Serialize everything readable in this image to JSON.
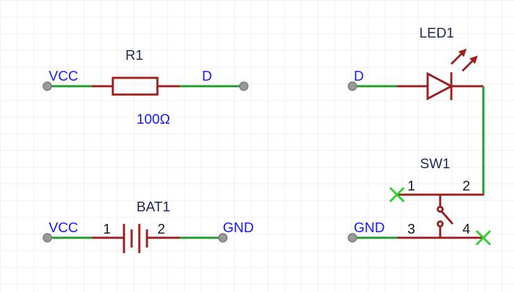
{
  "resistor": {
    "ref": "R1",
    "value": "100Ω",
    "net_left": "VCC",
    "net_right": "D"
  },
  "battery": {
    "ref": "BAT1",
    "net_left": "VCC",
    "net_right": "GND",
    "pin1": "1",
    "pin2": "2"
  },
  "led": {
    "ref": "LED1",
    "net_left": "D"
  },
  "switch": {
    "ref": "SW1",
    "net_left": "GND",
    "pin1": "1",
    "pin2": "2",
    "pin3": "3",
    "pin4": "4"
  },
  "colors": {
    "wire": "#1f9a2b",
    "component": "#9a1e1e",
    "net_label": "#1a1aff",
    "ref_label": "#1f2a5a",
    "grid": "#e6e6e6"
  }
}
